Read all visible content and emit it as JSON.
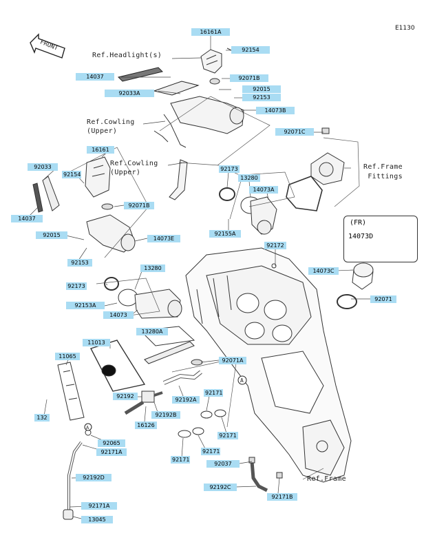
{
  "diagram_id": "E1130",
  "front_label": "FRONT",
  "references": {
    "headlight": "Ref.Headlight(s)",
    "cowling_upper_1": "Ref.Cowling\n(Upper)",
    "cowling_upper_2": "Ref.Cowling\n(Upper)",
    "frame_fittings": "Ref.Frame\n Fittings",
    "frame": "Ref.Frame"
  },
  "variant_box": {
    "label": "(FR)",
    "part": "14073D"
  },
  "circle_marker": "A",
  "parts": [
    "16161A",
    "92154",
    "14037",
    "92071B",
    "92033A",
    "92015",
    "92153",
    "14073B",
    "92071C",
    "16161",
    "92033",
    "92154",
    "92173",
    "13280",
    "14073A",
    "92071B",
    "14037",
    "92015",
    "14073E",
    "92155A",
    "92153",
    "92172",
    "13280",
    "14073C",
    "92173",
    "92071",
    "92153A",
    "14073",
    "13280A",
    "11013",
    "11065",
    "92071A",
    "92171",
    "92192",
    "92192A",
    "92192B",
    "132",
    "16126",
    "92171",
    "92171",
    "92171",
    "92171",
    "92065",
    "92171A",
    "92037",
    "92192D",
    "92192C",
    "92171B",
    "92171A",
    "13045"
  ]
}
